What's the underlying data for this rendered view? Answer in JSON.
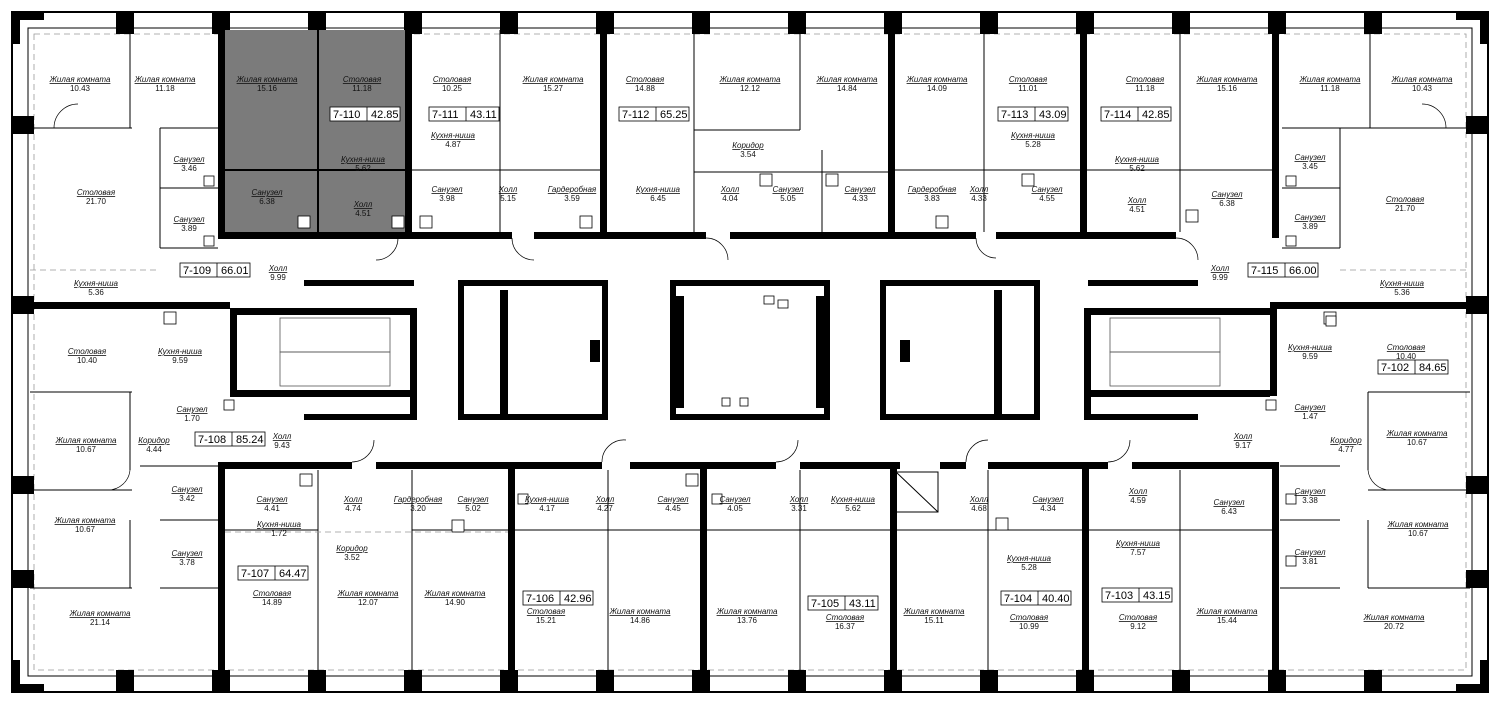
{
  "apartments": [
    {
      "id": "7-110",
      "area": "42.85",
      "selected": true
    },
    {
      "id": "7-111",
      "area": "43.11"
    },
    {
      "id": "7-112",
      "area": "65.25"
    },
    {
      "id": "7-113",
      "area": "43.09"
    },
    {
      "id": "7-114",
      "area": "42.85"
    },
    {
      "id": "7-109",
      "area": "66.01"
    },
    {
      "id": "7-115",
      "area": "66.00"
    },
    {
      "id": "7-102",
      "area": "84.65"
    },
    {
      "id": "7-108",
      "area": "85.24"
    },
    {
      "id": "7-107",
      "area": "64.47"
    },
    {
      "id": "7-106",
      "area": "42.96"
    },
    {
      "id": "7-105",
      "area": "43.11"
    },
    {
      "id": "7-104",
      "area": "40.40"
    },
    {
      "id": "7-103",
      "area": "43.15"
    }
  ],
  "rooms": [
    {
      "name": "Жилая комната",
      "area": "10.43"
    },
    {
      "name": "Жилая комната",
      "area": "11.18"
    },
    {
      "name": "Жилая комната",
      "area": "15.16"
    },
    {
      "name": "Столовая",
      "area": "11.18"
    },
    {
      "name": "Столовая",
      "area": "10.25"
    },
    {
      "name": "Жилая комната",
      "area": "15.27"
    },
    {
      "name": "Столовая",
      "area": "14.88"
    },
    {
      "name": "Жилая комната",
      "area": "12.12"
    },
    {
      "name": "Жилая комната",
      "area": "14.84"
    },
    {
      "name": "Жилая комната",
      "area": "14.09"
    },
    {
      "name": "Столовая",
      "area": "11.01"
    },
    {
      "name": "Столовая",
      "area": "11.18"
    },
    {
      "name": "Жилая комната",
      "area": "15.16"
    },
    {
      "name": "Жилая комната",
      "area": "11.18"
    },
    {
      "name": "Жилая комната",
      "area": "10.43"
    },
    {
      "name": "Санузел",
      "area": "3.46"
    },
    {
      "name": "Кухня-ниша",
      "area": "5.62"
    },
    {
      "name": "Кухня-ниша",
      "area": "4.87"
    },
    {
      "name": "Коридор",
      "area": "3.54"
    },
    {
      "name": "Кухня-ниша",
      "area": "5.28"
    },
    {
      "name": "Кухня-ниша",
      "area": "5.62"
    },
    {
      "name": "Санузел",
      "area": "3.45"
    },
    {
      "name": "Столовая",
      "area": "21.70"
    },
    {
      "name": "Санузел",
      "area": "6.38"
    },
    {
      "name": "Холл",
      "area": "4.51"
    },
    {
      "name": "Санузел",
      "area": "3.98"
    },
    {
      "name": "Холл",
      "area": "5.15"
    },
    {
      "name": "Гардеробная",
      "area": "3.59"
    },
    {
      "name": "Кухня-ниша",
      "area": "6.45"
    },
    {
      "name": "Холл",
      "area": "4.04"
    },
    {
      "name": "Санузел",
      "area": "5.05"
    },
    {
      "name": "Санузел",
      "area": "4.33"
    },
    {
      "name": "Гардеробная",
      "area": "3.83"
    },
    {
      "name": "Холл",
      "area": "4.33"
    },
    {
      "name": "Санузел",
      "area": "4.55"
    },
    {
      "name": "Холл",
      "area": "4.51"
    },
    {
      "name": "Санузел",
      "area": "6.38"
    },
    {
      "name": "Столовая",
      "area": "21.70"
    },
    {
      "name": "Санузел",
      "area": "3.89"
    },
    {
      "name": "Санузел",
      "area": "3.89"
    },
    {
      "name": "Холл",
      "area": "9.99"
    },
    {
      "name": "Холл",
      "area": "9.99"
    },
    {
      "name": "Кухня-ниша",
      "area": "5.36"
    },
    {
      "name": "Кухня-ниша",
      "area": "5.36"
    },
    {
      "name": "Столовая",
      "area": "10.40"
    },
    {
      "name": "Кухня-ниша",
      "area": "9.59"
    },
    {
      "name": "Кухня-ниша",
      "area": "9.59"
    },
    {
      "name": "Столовая",
      "area": "10.40"
    },
    {
      "name": "Санузел",
      "area": "1.70"
    },
    {
      "name": "Холл",
      "area": "9.43"
    },
    {
      "name": "Санузел",
      "area": "1.47"
    },
    {
      "name": "Холл",
      "area": "9.17"
    },
    {
      "name": "Жилая комната",
      "area": "10.67"
    },
    {
      "name": "Коридор",
      "area": "4.44"
    },
    {
      "name": "Коридор",
      "area": "4.77"
    },
    {
      "name": "Жилая комната",
      "area": "10.67"
    },
    {
      "name": "Санузел",
      "area": "3.42"
    },
    {
      "name": "Санузел",
      "area": "4.41"
    },
    {
      "name": "Холл",
      "area": "4.74"
    },
    {
      "name": "Гардеробная",
      "area": "3.20"
    },
    {
      "name": "Санузел",
      "area": "5.02"
    },
    {
      "name": "Кухня-ниша",
      "area": "4.17"
    },
    {
      "name": "Холл",
      "area": "4.27"
    },
    {
      "name": "Санузел",
      "area": "4.45"
    },
    {
      "name": "Санузел",
      "area": "4.05"
    },
    {
      "name": "Холл",
      "area": "3.31"
    },
    {
      "name": "Кухня-ниша",
      "area": "5.62"
    },
    {
      "name": "Холл",
      "area": "4.68"
    },
    {
      "name": "Санузел",
      "area": "4.34"
    },
    {
      "name": "Холл",
      "area": "4.59"
    },
    {
      "name": "Санузел",
      "area": "6.43"
    },
    {
      "name": "Санузел",
      "area": "3.38"
    },
    {
      "name": "Кухня-ниша",
      "area": "1.72"
    },
    {
      "name": "Коридор",
      "area": "3.52"
    },
    {
      "name": "Кухня-ниша",
      "area": "5.28"
    },
    {
      "name": "Кухня-ниша",
      "area": "7.57"
    },
    {
      "name": "Жилая комната",
      "area": "10.67"
    },
    {
      "name": "Санузел",
      "area": "3.78"
    },
    {
      "name": "Жилая комната",
      "area": "10.67"
    },
    {
      "name": "Санузел",
      "area": "3.81"
    },
    {
      "name": "Столовая",
      "area": "14.89"
    },
    {
      "name": "Жилая комната",
      "area": "12.07"
    },
    {
      "name": "Жилая комната",
      "area": "14.90"
    },
    {
      "name": "Столовая",
      "area": "15.21"
    },
    {
      "name": "Жилая комната",
      "area": "14.86"
    },
    {
      "name": "Жилая комната",
      "area": "13.76"
    },
    {
      "name": "Столовая",
      "area": "16.37"
    },
    {
      "name": "Жилая комната",
      "area": "15.11"
    },
    {
      "name": "Столовая",
      "area": "10.99"
    },
    {
      "name": "Столовая",
      "area": "9.12"
    },
    {
      "name": "Жилая комната",
      "area": "15.44"
    },
    {
      "name": "Жилая комната",
      "area": "21.14"
    },
    {
      "name": "Жилая комната",
      "area": "20.72"
    }
  ],
  "colors": {
    "selected_unit": "#7b7b7b",
    "walls": "#000000"
  }
}
